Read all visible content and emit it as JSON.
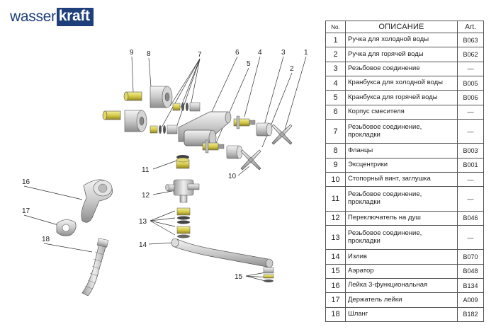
{
  "brand": {
    "part1": "wasser",
    "part2": "kraft"
  },
  "table": {
    "headers": {
      "no": "No.",
      "desc": "ОПИСАНИЕ",
      "art": "Art."
    },
    "rows": [
      {
        "no": "1",
        "desc": "Ручка для холодной воды",
        "art": "B063"
      },
      {
        "no": "2",
        "desc": "Ручка для горячей воды",
        "art": "B062"
      },
      {
        "no": "3",
        "desc": "Резьбовое соединение",
        "art": "—"
      },
      {
        "no": "4",
        "desc": "Кранбукса для холодной воды",
        "art": "B005"
      },
      {
        "no": "5",
        "desc": "Кранбукса для горячей воды",
        "art": "B006"
      },
      {
        "no": "6",
        "desc": "Корпус смесителя",
        "art": "—"
      },
      {
        "no": "7",
        "desc": "Резьбовое соединение, прокладки",
        "art": "—"
      },
      {
        "no": "8",
        "desc": "Фланцы",
        "art": "B003"
      },
      {
        "no": "9",
        "desc": "Эксцентрики",
        "art": "B001"
      },
      {
        "no": "10",
        "desc": "Стопорный винт, заглушка",
        "art": "—"
      },
      {
        "no": "11",
        "desc": "Резьбовое соединение, прокладки",
        "art": "—"
      },
      {
        "no": "12",
        "desc": "Переключатель на душ",
        "art": "B046"
      },
      {
        "no": "13",
        "desc": "Резьбовое соединение, прокладки",
        "art": "—"
      },
      {
        "no": "14",
        "desc": "Излив",
        "art": "B070"
      },
      {
        "no": "15",
        "desc": "Аэратор",
        "art": "B048"
      },
      {
        "no": "16",
        "desc": "Лейка 3-функциональная",
        "art": "B134"
      },
      {
        "no": "17",
        "desc": "Держатель лейки",
        "art": "A009"
      },
      {
        "no": "18",
        "desc": "Шланг",
        "art": "B182"
      }
    ]
  },
  "callouts": [
    "1",
    "2",
    "3",
    "4",
    "5",
    "6",
    "7",
    "8",
    "9",
    "10",
    "11",
    "12",
    "13",
    "14",
    "15",
    "16",
    "17",
    "18"
  ]
}
